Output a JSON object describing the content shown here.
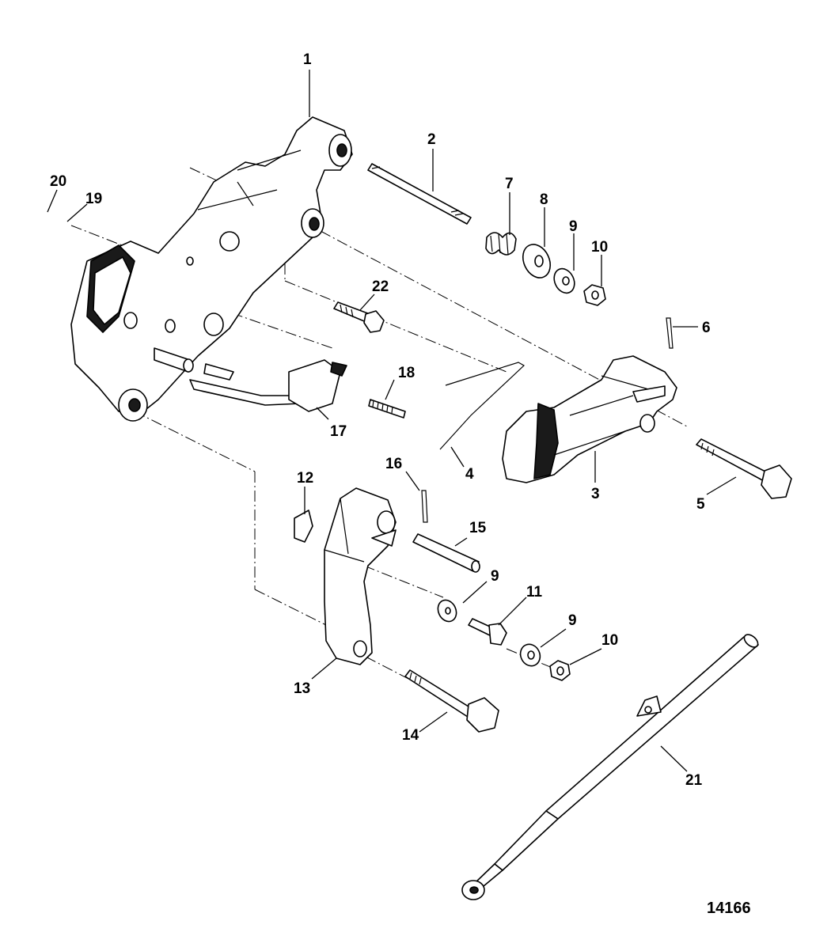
{
  "figure_number": "14166",
  "callouts": [
    "1",
    "2",
    "3",
    "4",
    "5",
    "6",
    "7",
    "8",
    "9",
    "10",
    "11",
    "12",
    "13",
    "14",
    "15",
    "16",
    "17",
    "18",
    "19",
    "20",
    "21",
    "22"
  ],
  "repeated_callouts": {
    "9": "9",
    "10": "10"
  }
}
